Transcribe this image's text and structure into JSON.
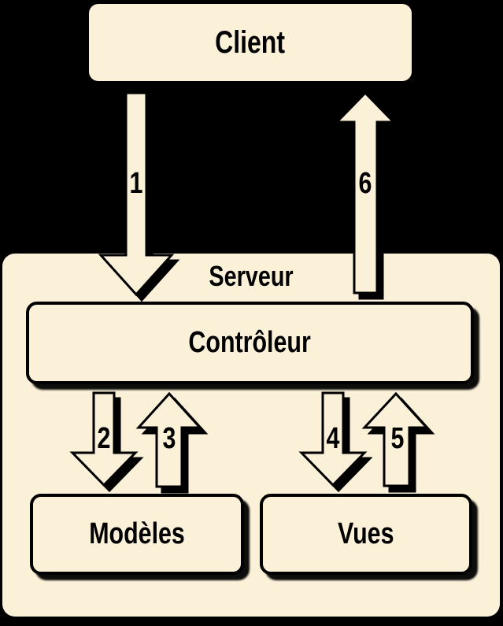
{
  "diagram": {
    "type": "architecture-flow",
    "language": "fr",
    "colors": {
      "background": "#000000",
      "node_fill": "#FBF1D9",
      "node_border": "#000000",
      "text": "#000000"
    },
    "nodes": {
      "client": {
        "label": "Client"
      },
      "serveur": {
        "label": "Serveur"
      },
      "controleur": {
        "label": "Contrôleur"
      },
      "modeles": {
        "label": "Modèles"
      },
      "vues": {
        "label": "Vues"
      }
    },
    "arrows": [
      {
        "label": "1",
        "direction": "down",
        "from": "Client",
        "to": "Contrôleur"
      },
      {
        "label": "2",
        "direction": "down",
        "from": "Contrôleur",
        "to": "Modèles"
      },
      {
        "label": "3",
        "direction": "up",
        "from": "Modèles",
        "to": "Contrôleur"
      },
      {
        "label": "4",
        "direction": "down",
        "from": "Contrôleur",
        "to": "Vues"
      },
      {
        "label": "5",
        "direction": "up",
        "from": "Vues",
        "to": "Contrôleur"
      },
      {
        "label": "6",
        "direction": "up",
        "from": "Contrôleur",
        "to": "Client"
      }
    ]
  }
}
